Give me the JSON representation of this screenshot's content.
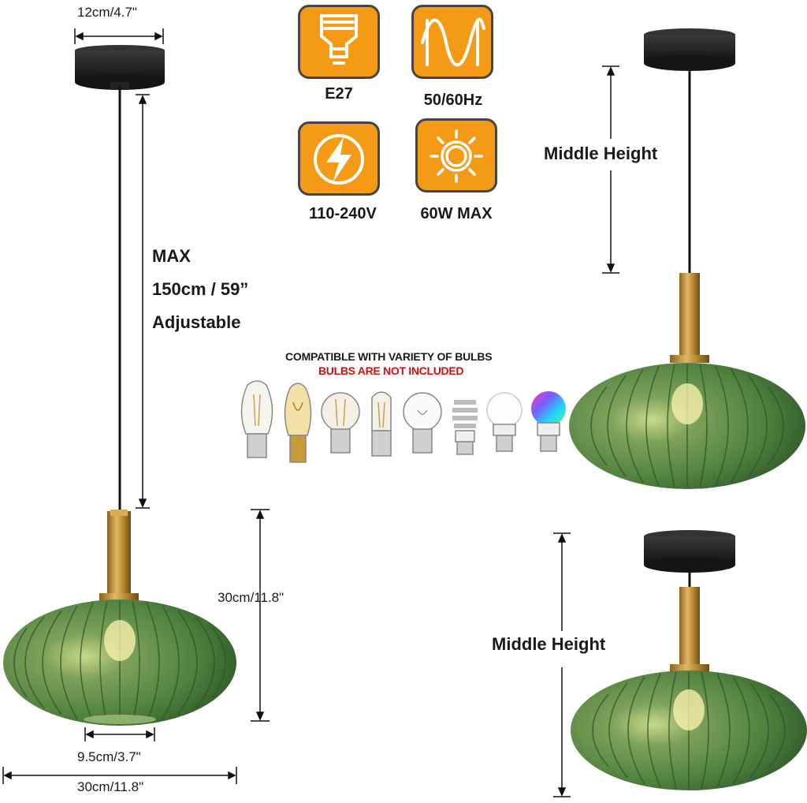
{
  "dimensions": {
    "canopy_width": "12cm/4.7\"",
    "cord_max_line1": "MAX",
    "cord_max_line2": "150cm / 59”",
    "cord_max_line3": "Adjustable",
    "shade_height": "30cm/11.8\"",
    "opening_width": "9.5cm/3.7\"",
    "shade_width": "30cm/11.8\""
  },
  "specs": [
    {
      "label": "E27",
      "icon": "bulb-base-icon"
    },
    {
      "label": "50/60Hz",
      "icon": "sine-wave-icon"
    },
    {
      "label": "110-240V",
      "icon": "lightning-icon"
    },
    {
      "label": "60W MAX",
      "icon": "sun-icon"
    }
  ],
  "bulbs": {
    "title": "COMPATIBLE WITH VARIETY OF BULBS",
    "subtitle": "BULBS ARE NOT INCLUDED",
    "subtitle_color": "#d01010",
    "types": [
      "st64-filament",
      "st64-vintage",
      "a19-filament",
      "t45-filament",
      "a19-clear",
      "spiral-cfl",
      "a19-led",
      "rgb-smart"
    ]
  },
  "variants": {
    "middle_height_top": "Middle Height",
    "middle_height_bottom": "Middle Height"
  },
  "colors": {
    "glass": "#5f8f48",
    "brass": "#c9963a",
    "canopy": "#1c1c1c",
    "icon_bg": "#f59a14"
  }
}
